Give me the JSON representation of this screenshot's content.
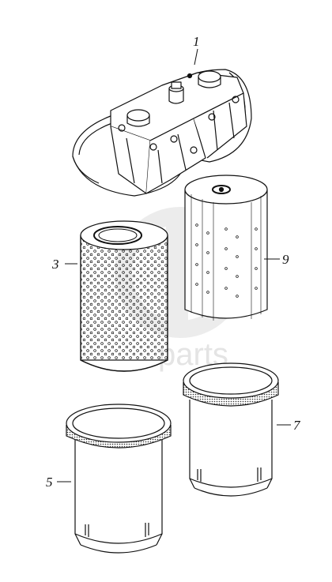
{
  "diagram": {
    "callouts": [
      {
        "id": "part-1",
        "text": "1"
      },
      {
        "id": "part-3",
        "text": "3"
      },
      {
        "id": "part-9",
        "text": "9"
      },
      {
        "id": "part-5",
        "text": "5"
      },
      {
        "id": "part-7",
        "text": "7"
      }
    ],
    "watermark": "parts"
  },
  "colors": {
    "line": "#111111",
    "background": "#ffffff",
    "watermark": "#e4e4e4"
  }
}
